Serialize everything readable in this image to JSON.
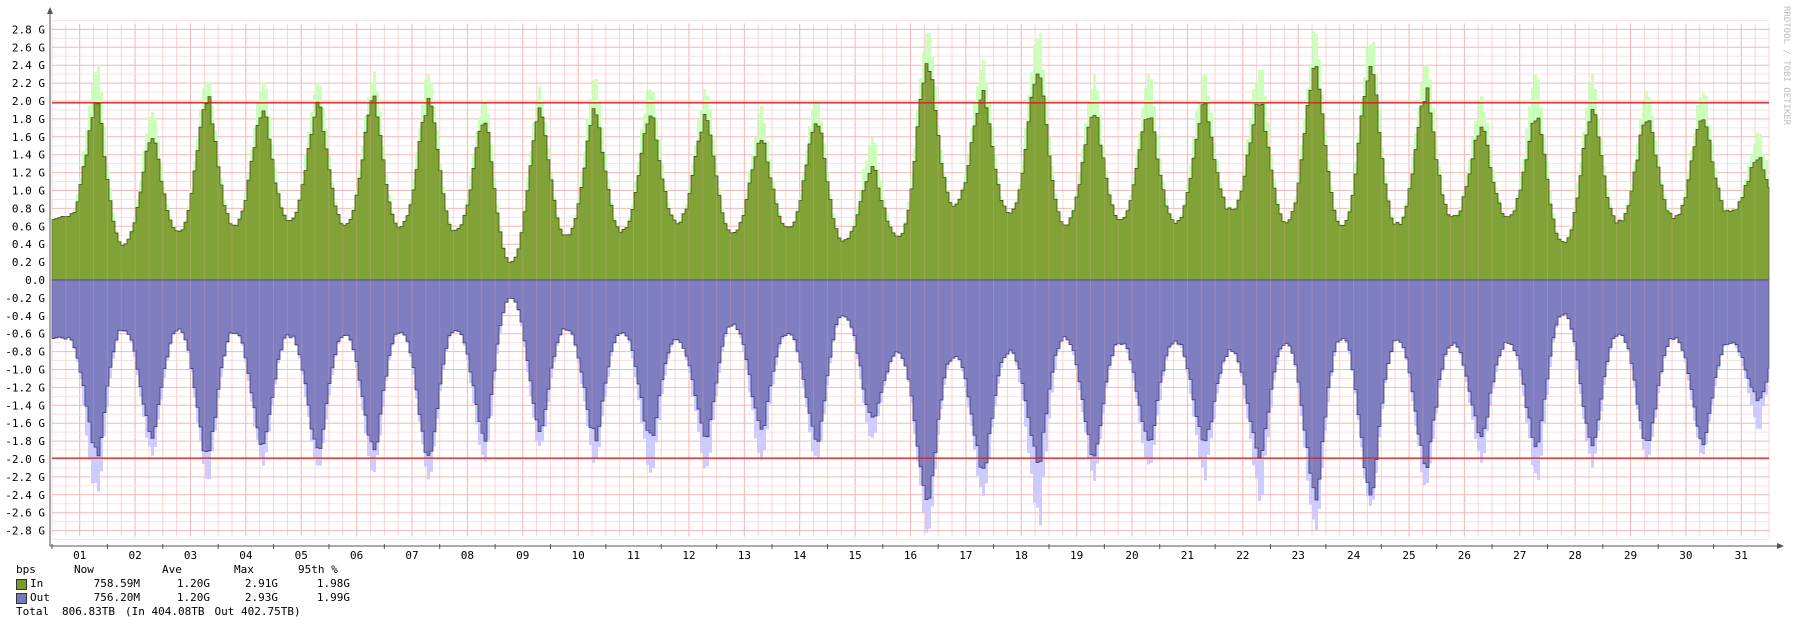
{
  "chart_data": {
    "type": "area",
    "ylabel": "",
    "xlabel": "",
    "ylim": [
      -3.0,
      3.0
    ],
    "y_ticks": [
      "2.8 G",
      "2.6 G",
      "2.4 G",
      "2.2 G",
      "2.0 G",
      "1.8 G",
      "1.6 G",
      "1.4 G",
      "1.2 G",
      "1.0 G",
      "0.8 G",
      "0.6 G",
      "0.4 G",
      "0.2 G",
      "0.0",
      "-0.2 G",
      "-0.4 G",
      "-0.6 G",
      "-0.8 G",
      "-1.0 G",
      "-1.2 G",
      "-1.4 G",
      "-1.6 G",
      "-1.8 G",
      "-2.0 G",
      "-2.2 G",
      "-2.4 G",
      "-2.6 G",
      "-2.8 G"
    ],
    "x_ticks": [
      "01",
      "02",
      "03",
      "04",
      "05",
      "06",
      "07",
      "08",
      "09",
      "10",
      "11",
      "12",
      "13",
      "14",
      "15",
      "16",
      "17",
      "18",
      "19",
      "20",
      "21",
      "22",
      "23",
      "24",
      "25",
      "26",
      "27",
      "28",
      "29",
      "30",
      "31"
    ],
    "x_unit": "day",
    "x_range_days": [
      0.5,
      31.5
    ],
    "grid": true,
    "percentile_lines": [
      1.98,
      -1.99
    ],
    "series": [
      {
        "name": "In",
        "color": "#7a9a2a",
        "max_color": "#ccffbb",
        "peaks": [
          1.95,
          1.6,
          2.02,
          1.92,
          1.97,
          2.0,
          2.02,
          1.8,
          1.9,
          1.9,
          1.85,
          1.85,
          1.6,
          1.8,
          1.25,
          2.45,
          2.1,
          2.35,
          1.9,
          1.85,
          1.95,
          2.0,
          2.4,
          2.4,
          2.1,
          1.7,
          1.85,
          1.9,
          1.85,
          1.85,
          1.38
        ],
        "peak_max": [
          2.45,
          1.95,
          2.35,
          2.3,
          2.35,
          2.4,
          2.4,
          2.15,
          2.2,
          2.3,
          2.3,
          2.2,
          1.95,
          2.1,
          1.65,
          2.9,
          2.55,
          2.9,
          2.3,
          2.4,
          2.4,
          2.5,
          2.85,
          2.8,
          2.55,
          2.1,
          2.4,
          2.35,
          2.2,
          2.2,
          1.7
        ],
        "troughs": [
          0.7,
          0.4,
          0.55,
          0.62,
          0.65,
          0.62,
          0.6,
          0.55,
          0.2,
          0.5,
          0.55,
          0.65,
          0.52,
          0.58,
          0.45,
          0.5,
          0.85,
          0.75,
          0.62,
          0.68,
          0.65,
          0.78,
          0.65,
          0.62,
          0.62,
          0.7,
          0.72,
          0.42,
          0.65,
          0.7,
          0.75
        ]
      },
      {
        "name": "Out",
        "color": "#7777bb",
        "max_color": "#ccccff",
        "peaks": [
          -1.95,
          -1.75,
          -2.0,
          -1.85,
          -1.9,
          -1.9,
          -2.0,
          -1.75,
          -1.65,
          -1.75,
          -1.75,
          -1.75,
          -1.65,
          -1.8,
          -1.55,
          -2.45,
          -2.1,
          -2.0,
          -1.95,
          -1.8,
          -1.85,
          -1.95,
          -2.4,
          -2.4,
          -2.05,
          -1.75,
          -1.85,
          -1.85,
          -1.85,
          -1.8,
          -1.35
        ],
        "peak_max": [
          -2.5,
          -2.05,
          -2.3,
          -2.1,
          -2.2,
          -2.2,
          -2.25,
          -2.1,
          -1.95,
          -2.1,
          -2.2,
          -2.2,
          -2.05,
          -2.1,
          -1.85,
          -2.9,
          -2.45,
          -2.9,
          -2.25,
          -2.2,
          -2.3,
          -2.5,
          -2.85,
          -2.6,
          -2.35,
          -2.05,
          -2.3,
          -2.15,
          -2.05,
          -2.0,
          -1.7
        ],
        "troughs": [
          -0.65,
          -0.55,
          -0.55,
          -0.58,
          -0.62,
          -0.62,
          -0.58,
          -0.55,
          -0.2,
          -0.55,
          -0.58,
          -0.68,
          -0.5,
          -0.6,
          -0.4,
          -0.82,
          -0.85,
          -0.8,
          -0.65,
          -0.7,
          -0.68,
          -0.8,
          -0.7,
          -0.65,
          -0.68,
          -0.72,
          -0.7,
          -0.38,
          -0.6,
          -0.65,
          -0.7
        ]
      }
    ]
  },
  "legend": {
    "header": {
      "unit": "bps",
      "now": "Now",
      "ave": "Ave",
      "max": "Max",
      "p95": "95th %"
    },
    "rows": [
      {
        "label": "In",
        "now": "758.59M",
        "ave": "1.20G",
        "max": "2.91G",
        "p95": "1.98G",
        "color": "#7a9a2a"
      },
      {
        "label": "Out",
        "now": "756.20M",
        "ave": "1.20G",
        "max": "2.93G",
        "p95": "1.99G",
        "color": "#7777bb"
      }
    ],
    "total": {
      "label": "Total",
      "value": "806.83TB",
      "in_text": "(In 404.08TB",
      "out_text": "Out 402.75TB)"
    }
  },
  "watermark": "RRDTOOL / TOBI OETIKER"
}
